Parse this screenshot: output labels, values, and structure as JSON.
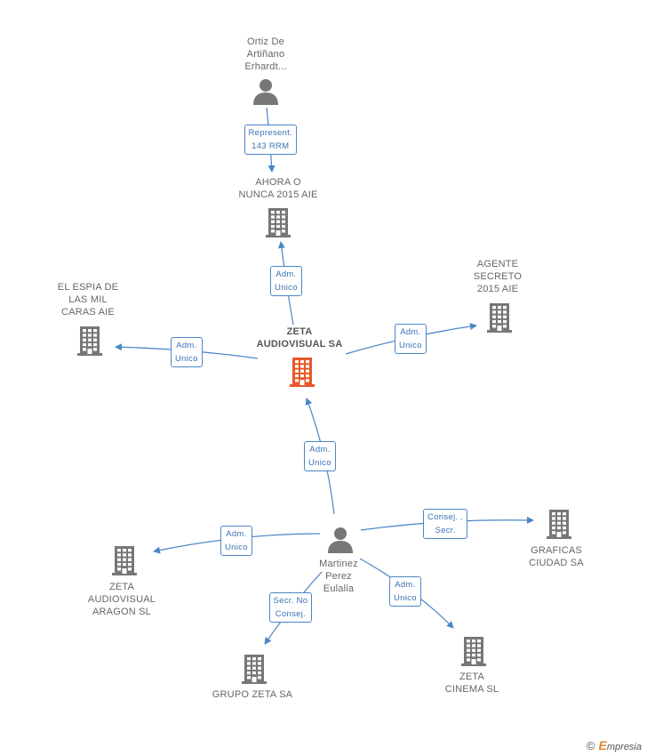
{
  "colors": {
    "edge": "#4a86c8",
    "icon": "#777777",
    "focus_icon": "#e8582a"
  },
  "nodes": [
    {
      "id": "ortiz",
      "type": "person",
      "label": "Ortiz De\nArtiñano\nErhardt..."
    },
    {
      "id": "ahora",
      "type": "company",
      "label": "AHORA O\nNUNCA 2015 AIE"
    },
    {
      "id": "zeta_audiovisual",
      "type": "company",
      "label": "ZETA\nAUDIOVISUAL SA",
      "focus": true
    },
    {
      "id": "espia",
      "type": "company",
      "label": "EL ESPIA DE\nLAS MIL\nCARAS  AIE"
    },
    {
      "id": "agente",
      "type": "company",
      "label": "AGENTE\nSECRETO\n2015  AIE"
    },
    {
      "id": "martinez",
      "type": "person",
      "label": "Martinez\nPerez\nEulalia"
    },
    {
      "id": "zeta_aragon",
      "type": "company",
      "label": "ZETA\nAUDIOVISUAL\nARAGON SL"
    },
    {
      "id": "graficas",
      "type": "company",
      "label": "GRAFICAS\nCIUDAD SA"
    },
    {
      "id": "grupo_zeta",
      "type": "company",
      "label": "GRUPO ZETA SA"
    },
    {
      "id": "zeta_cinema",
      "type": "company",
      "label": "ZETA\nCINEMA SL"
    }
  ],
  "edges": [
    {
      "from": "ortiz",
      "to": "ahora",
      "label": "Represent.\n143 RRM"
    },
    {
      "from": "zeta_audiovisual",
      "to": "ahora",
      "label": "Adm.\nUnico"
    },
    {
      "from": "zeta_audiovisual",
      "to": "espia",
      "label": "Adm.\nUnico"
    },
    {
      "from": "zeta_audiovisual",
      "to": "agente",
      "label": "Adm.\nUnico"
    },
    {
      "from": "martinez",
      "to": "zeta_audiovisual",
      "label": "Adm.\nUnico"
    },
    {
      "from": "martinez",
      "to": "zeta_aragon",
      "label": "Adm.\nUnico"
    },
    {
      "from": "martinez",
      "to": "graficas",
      "label": "Consej. ,\nSecr."
    },
    {
      "from": "martinez",
      "to": "grupo_zeta",
      "label": "Secr.  No\nConsej."
    },
    {
      "from": "martinez",
      "to": "zeta_cinema",
      "label": "Adm.\nUnico"
    }
  ],
  "footer": {
    "copyright": "©",
    "brand_first": "E",
    "brand_rest": "mpresia"
  }
}
